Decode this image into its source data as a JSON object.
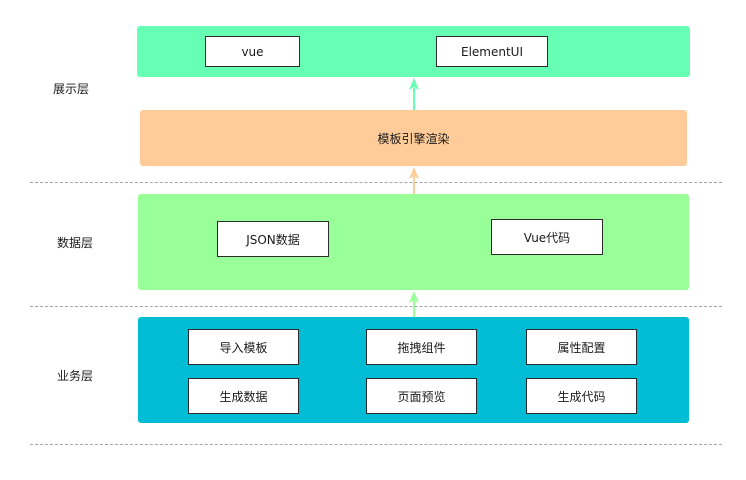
{
  "colors": {
    "presentation_panel": "#66ffb3",
    "render_band": "#ffcc99",
    "data_panel": "#99ff99",
    "business_panel": "#00bcd4",
    "arrow_green": "#66ffb3",
    "arrow_orange": "#ffcc99",
    "arrow_light_green": "#99ff99",
    "divider": "#a6a6a6",
    "node_border": "#2b2b2b"
  },
  "layers": {
    "presentation": {
      "label": "展示层",
      "nodes": [
        "vue",
        "ElementUI"
      ]
    },
    "render": {
      "label": "模板引擎渲染"
    },
    "data": {
      "label": "数据层",
      "nodes": [
        "JSON数据",
        "Vue代码"
      ]
    },
    "business": {
      "label": "业务层",
      "nodes": [
        "导入模板",
        "拖拽组件",
        "属性配置",
        "生成数据",
        "页面预览",
        "生成代码"
      ]
    }
  }
}
